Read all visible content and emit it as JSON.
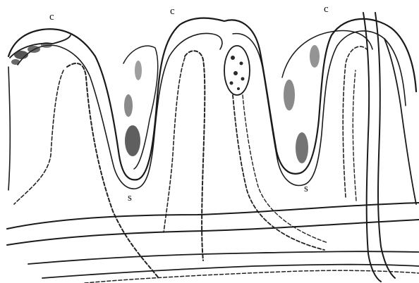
{
  "labels": {
    "c_left": "c",
    "c_middle": "c",
    "c_right": "c",
    "s_left": "s",
    "s_right": "s"
  },
  "colors": {
    "ink": "#1a1a1a",
    "background": "#ffffff"
  }
}
